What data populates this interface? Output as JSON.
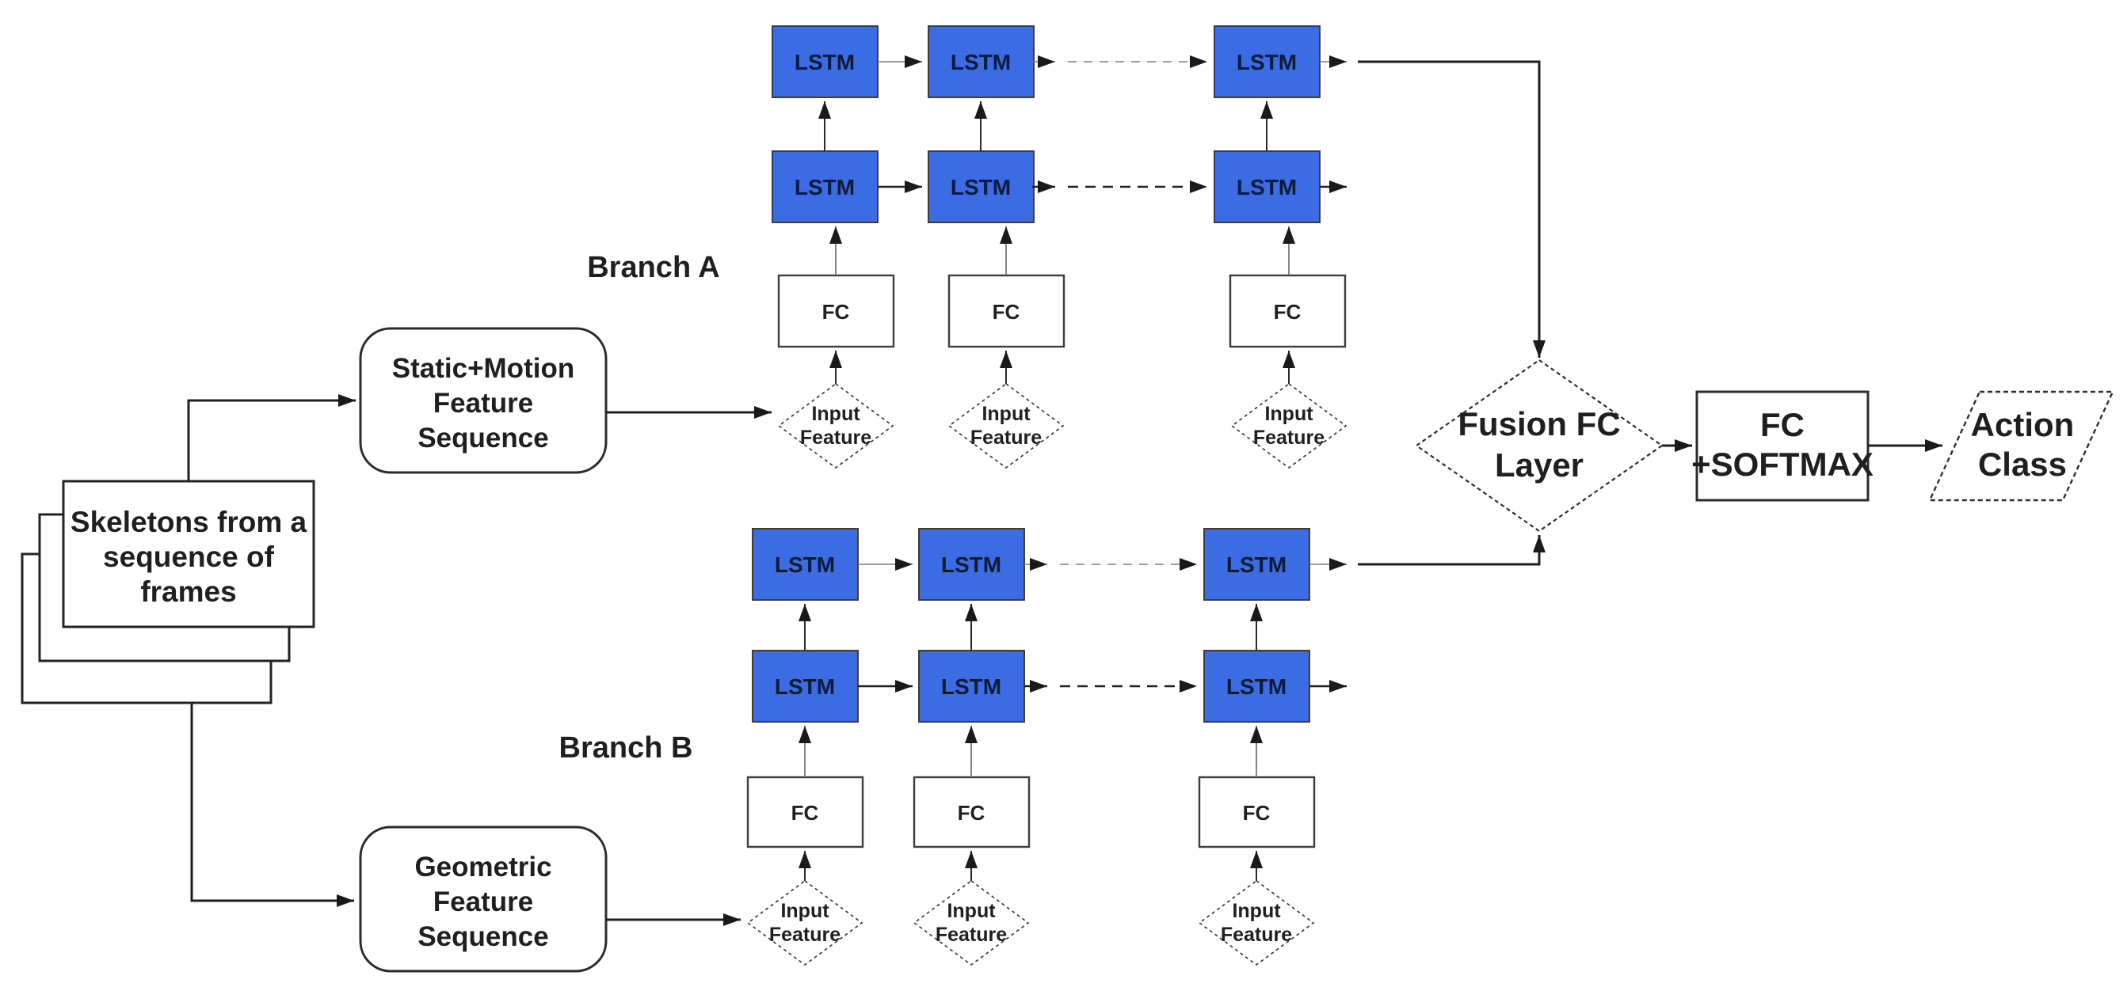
{
  "title": "Two-branch LSTM action recognition architecture",
  "input_stack": {
    "line1": "Skeletons from a",
    "line2": "sequence of",
    "line3": "frames"
  },
  "branch_a": {
    "label": "Branch A",
    "input_box": {
      "line1": "Static+Motion",
      "line2": "Feature",
      "line3": "Sequence"
    }
  },
  "branch_b": {
    "label": "Branch B",
    "input_box": {
      "line1": "Geometric",
      "line2": "Feature",
      "line3": "Sequence"
    }
  },
  "labels": {
    "lstm": "LSTM",
    "fc": "FC",
    "input_feature": {
      "line1": "Input",
      "line2": "Feature"
    }
  },
  "fusion": {
    "line1": "Fusion FC",
    "line2": "Layer"
  },
  "classifier": {
    "line1": "FC",
    "line2": "+SOFTMAX"
  },
  "output": {
    "line1": "Action",
    "line2": "Class"
  },
  "colors": {
    "lstm_fill": "#3b6ce4",
    "lstm_text": "#0f1b33",
    "line_dark": "#1f1f1f",
    "line_light": "#7d7d7d",
    "shape_border": "#2b2b2b",
    "background": "#ffffff"
  }
}
